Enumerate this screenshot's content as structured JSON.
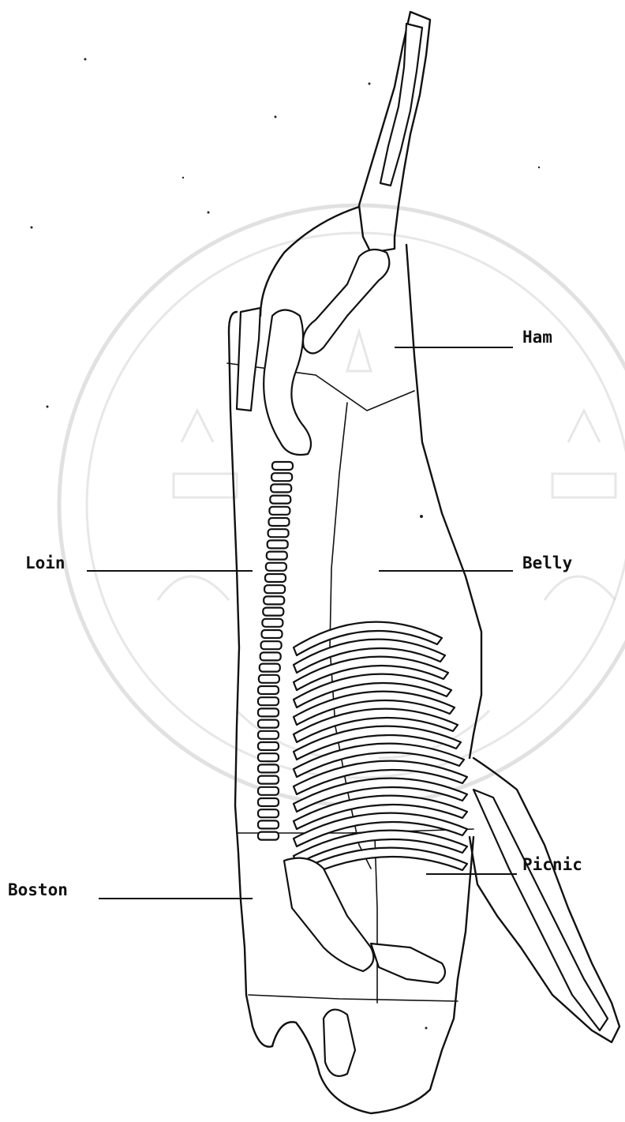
{
  "labels": {
    "ham": "Ham",
    "loin": "Loin",
    "belly": "Belly",
    "boston": "Boston",
    "picnic": "Picnic"
  }
}
